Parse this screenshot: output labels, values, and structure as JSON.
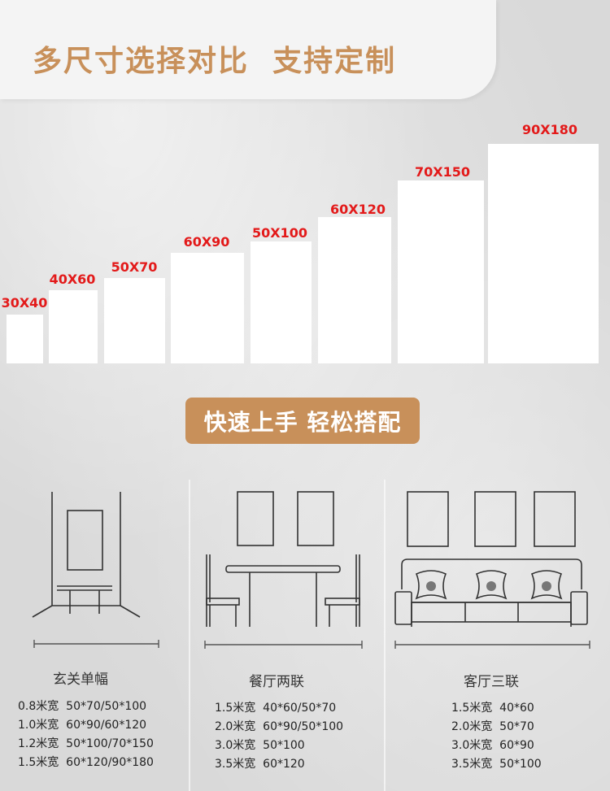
{
  "header": {
    "title": "多尺寸选择对比  支持定制"
  },
  "sizes": [
    {
      "label": "30X40"
    },
    {
      "label": "40X60"
    },
    {
      "label": "50X70"
    },
    {
      "label": "60X90"
    },
    {
      "label": "50X100"
    },
    {
      "label": "60X120"
    },
    {
      "label": "70X150"
    },
    {
      "label": "90X180"
    }
  ],
  "pill": {
    "text": "快速上手 轻松搭配"
  },
  "scenes": [
    {
      "title": "玄关单幅",
      "specs": [
        {
          "width": "0.8米宽",
          "sizes": "50*70/50*100"
        },
        {
          "width": "1.0米宽",
          "sizes": "60*90/60*120"
        },
        {
          "width": "1.2米宽",
          "sizes": "50*100/70*150"
        },
        {
          "width": "1.5米宽",
          "sizes": "60*120/90*180"
        }
      ]
    },
    {
      "title": "餐厅两联",
      "specs": [
        {
          "width": "1.5米宽",
          "sizes": "40*60/50*70"
        },
        {
          "width": "2.0米宽",
          "sizes": "60*90/50*100"
        },
        {
          "width": "3.0米宽",
          "sizes": "50*100"
        },
        {
          "width": "3.5米宽",
          "sizes": "60*120"
        }
      ]
    },
    {
      "title": "客厅三联",
      "specs": [
        {
          "width": "1.5米宽",
          "sizes": "40*60"
        },
        {
          "width": "2.0米宽",
          "sizes": "50*70"
        },
        {
          "width": "3.0米宽",
          "sizes": "60*90"
        },
        {
          "width": "3.5米宽",
          "sizes": "50*100"
        }
      ]
    }
  ]
}
